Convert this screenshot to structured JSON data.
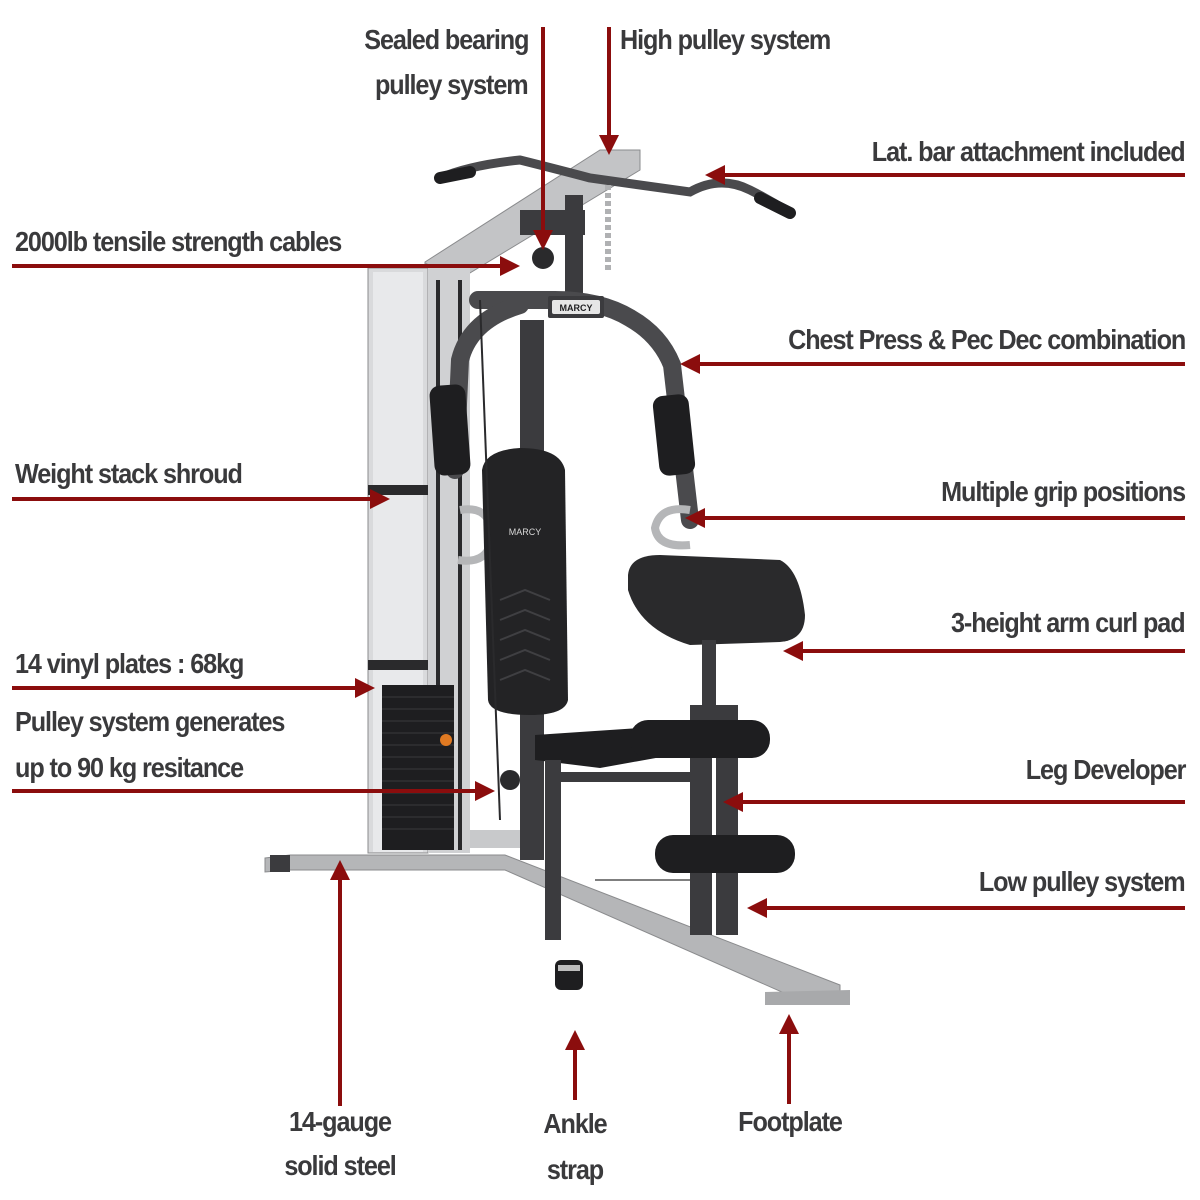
{
  "product": {
    "brand_logo_text": "MARCY",
    "backrest_text": "MARCY"
  },
  "colors": {
    "arrow": "#8b0d0d",
    "label_text": "#3a3a3c",
    "frame_dark": "#3b3b3e",
    "frame_light": "#b5b6b8",
    "pad_black": "#1e1e20",
    "pin_orange": "#e07a22"
  },
  "callouts": {
    "sealed_bearing": {
      "line1": "Sealed bearing",
      "line2": "pulley system"
    },
    "high_pulley": {
      "label": "High pulley system"
    },
    "lat_bar": {
      "label": "Lat. bar attachment included"
    },
    "cables": {
      "label": "2000lb tensile strength cables"
    },
    "chest_press": {
      "label": "Chest Press & Pec Dec combination"
    },
    "weight_shroud": {
      "label": "Weight  stack shroud"
    },
    "grip_positions": {
      "label": "Multiple grip positions"
    },
    "arm_curl": {
      "label": "3-height arm curl pad"
    },
    "vinyl_plates": {
      "label": "14 vinyl plates : 68kg"
    },
    "pulley_resistance": {
      "line1": "Pulley system generates",
      "line2": "up to 90 kg resitance"
    },
    "leg_developer": {
      "label": "Leg Developer"
    },
    "low_pulley": {
      "label": "Low pulley system"
    },
    "steel": {
      "line1": "14-gauge",
      "line2": "solid steel"
    },
    "ankle_strap": {
      "line1": "Ankle",
      "line2": "strap"
    },
    "footplate": {
      "label": "Footplate"
    }
  }
}
